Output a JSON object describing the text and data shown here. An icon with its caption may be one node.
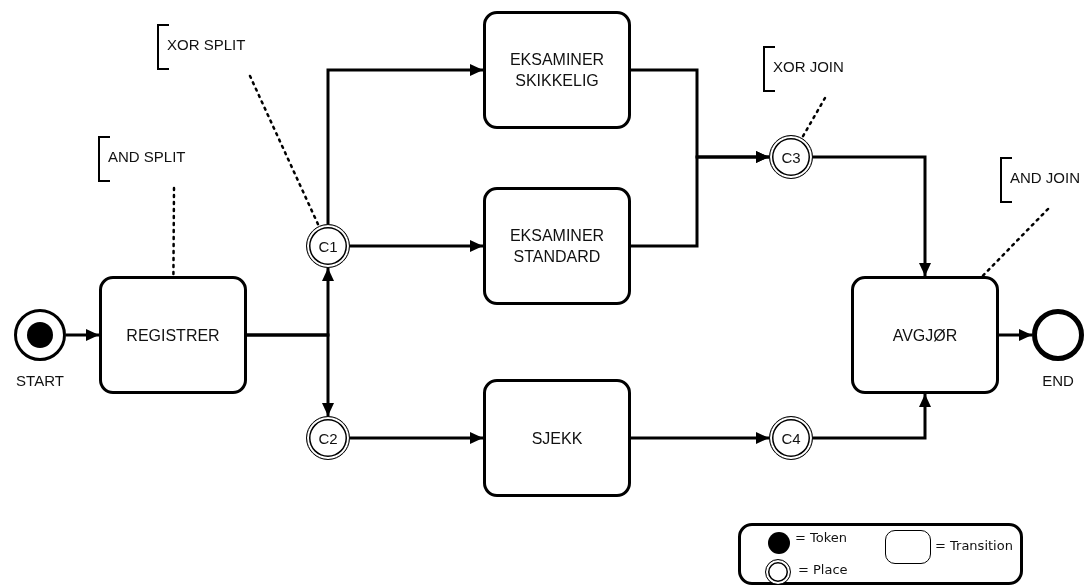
{
  "diagram": {
    "nodes": [
      {
        "text": [],
        "shape": "circle",
        "beside": [
          "START"
        ]
      },
      {
        "text": [
          "REGISTRER"
        ]
      },
      {
        "text": [
          "C1"
        ]
      },
      {
        "text": [
          "C2"
        ]
      },
      {
        "text": [
          "EKSAMINER SKIKKELIG"
        ]
      },
      {
        "text": [
          "EKSAMINER STANDARD"
        ]
      },
      {
        "text": [
          "SJEKK"
        ]
      },
      {
        "text": [
          "C3"
        ]
      },
      {
        "text": [
          "C4"
        ]
      },
      {
        "text": [
          "AVGJØR"
        ]
      },
      {
        "text": [],
        "shape": "circle",
        "beside": [
          "END"
        ]
      },
      {
        "text": [
          "XOR SPLIT"
        ]
      },
      {
        "text": [
          "AND SPLIT"
        ]
      },
      {
        "text": [
          "XOR JOIN"
        ]
      },
      {
        "text": [
          "AND JOIN"
        ]
      }
    ],
    "edges": [
      {
        "from": 0,
        "to": 1,
        "arrow": "to"
      },
      {
        "from": 1,
        "to": 2,
        "arrow": "to"
      },
      {
        "from": 1,
        "to": 3,
        "arrow": "to"
      },
      {
        "from": 2,
        "to": 4,
        "arrow": "to"
      },
      {
        "from": 2,
        "to": 5,
        "arrow": "to"
      },
      {
        "from": 4,
        "to": 7,
        "arrow": "to"
      },
      {
        "from": 5,
        "to": 7,
        "arrow": "to"
      },
      {
        "from": 3,
        "to": 6,
        "arrow": "to"
      },
      {
        "from": 6,
        "to": 8,
        "arrow": "to"
      },
      {
        "from": 7,
        "to": 9,
        "arrow": "to"
      },
      {
        "from": 8,
        "to": 9,
        "arrow": "to"
      },
      {
        "from": 9,
        "to": 10,
        "arrow": "to"
      },
      {
        "from": 11,
        "to": 2,
        "arrow": "none",
        "style": "dashed"
      },
      {
        "from": 12,
        "to": 1,
        "arrow": "none",
        "style": "dashed"
      },
      {
        "from": 13,
        "to": 7,
        "arrow": "none",
        "style": "dashed"
      },
      {
        "from": 14,
        "to": 9,
        "arrow": "none",
        "style": "dashed"
      }
    ],
    "legend": [
      {
        "text": "= Token"
      },
      {
        "text": "= Place"
      },
      {
        "text": "= Transition"
      }
    ]
  }
}
